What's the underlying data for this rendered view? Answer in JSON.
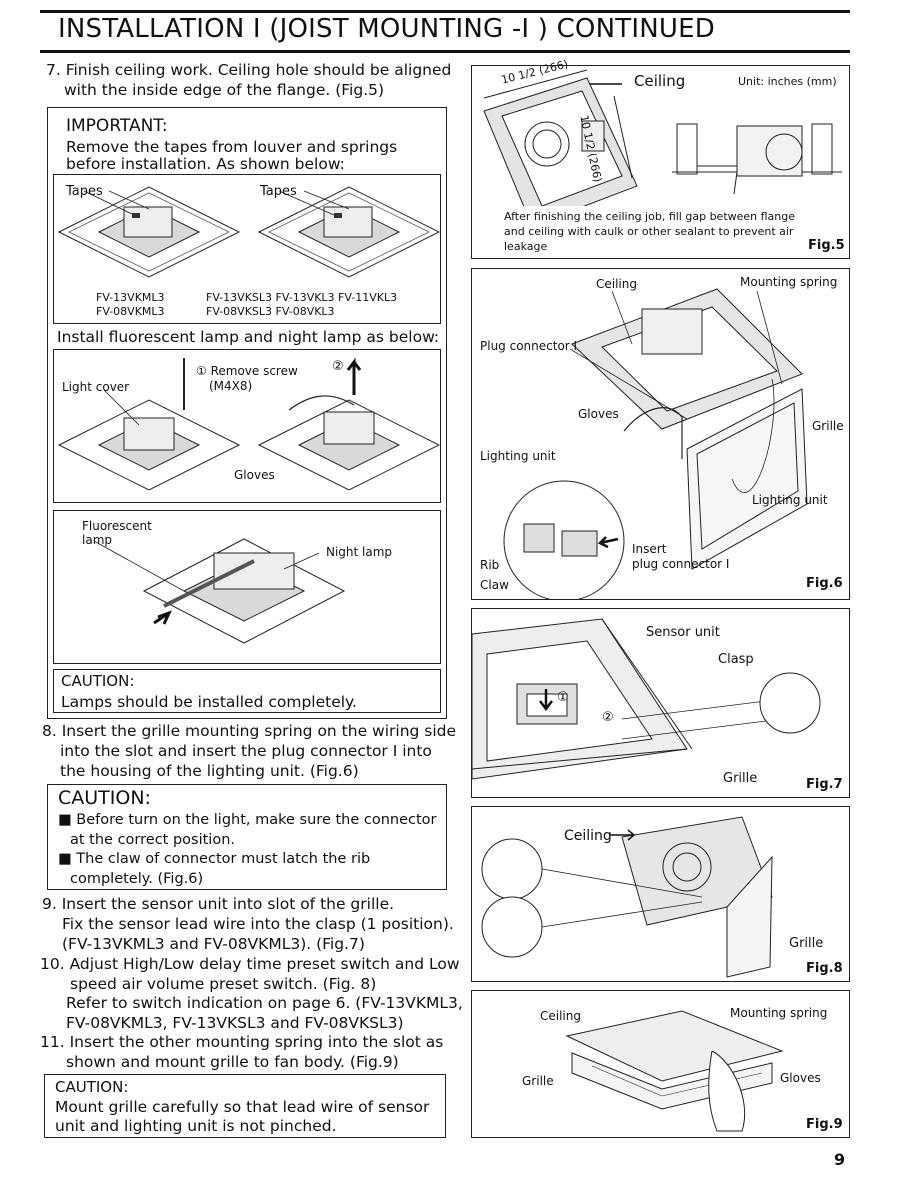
{
  "header": {
    "title": "INSTALLATION I  (JOIST MOUNTING -I ) CONTINUED"
  },
  "steps": {
    "s7": [
      "7. Finish ceiling work. Ceiling hole should be aligned",
      "with the inside edge of the flange. (Fig.5)"
    ],
    "s8": [
      "8. Insert the grille mounting spring on the wiring side",
      "into the slot and insert the plug connector I into",
      "the housing of the lighting unit. (Fig.6)"
    ],
    "s9": [
      "9. Insert the sensor unit into slot of the grille.",
      "Fix the sensor lead wire into the clasp (1 position).",
      "(FV-13VKML3 and FV-08VKML3). (Fig.7)"
    ],
    "s10": [
      "10. Adjust High/Low delay time preset switch and Low",
      "speed air volume preset switch. (Fig. 8)",
      "Refer to switch indication on page 6. (FV-13VKML3,",
      "FV-08VKML3, FV-13VKSL3 and FV-08VKSL3)"
    ],
    "s11": [
      "11. Insert the other mounting spring into the slot as",
      "shown and mount grille to fan body. (Fig.9)"
    ]
  },
  "important": {
    "title": "IMPORTANT:",
    "text": [
      "Remove the tapes from louver and springs",
      "before installation. As shown below:"
    ],
    "tapes_left": "Tapes",
    "tapes_right": "Tapes",
    "models_left": [
      "FV-13VKML3",
      "FV-08VKML3"
    ],
    "models_right": [
      "FV-13VKSL3 FV-13VKL3 FV-11VKL3",
      "FV-08VKSL3 FV-08VKL3"
    ],
    "lamp_heading": "Install fluorescent lamp and night lamp as below:",
    "light_cover": "Light cover",
    "remove_screw": "① Remove screw",
    "screw_size": "(M4X8)",
    "step2": "②",
    "gloves": "Gloves",
    "fluorescent": [
      "Fluorescent",
      "lamp"
    ],
    "night_lamp": "Night lamp",
    "caution_title": "CAUTION:",
    "caution_text": "Lamps should be installed completely."
  },
  "caution2": {
    "title": "CAUTION:",
    "bullets": [
      "■ Before turn on the light, make sure the connector",
      "at the correct position.",
      "■ The claw of connector must latch the rib",
      "completely. (Fig.6)"
    ]
  },
  "caution3": {
    "title": "CAUTION:",
    "text": [
      "Mount grille carefully so that lead wire of sensor",
      "unit and lighting unit is not pinched."
    ]
  },
  "fig5": {
    "dim1": "10 1/2 (266)",
    "dim2": "10 1/2 (266)",
    "ceiling": "Ceiling",
    "unit": "Unit: inches (mm)",
    "caption": [
      "After finishing the ceiling job, fill gap between flange",
      "and ceiling with caulk or other sealant to prevent air",
      "leakage"
    ],
    "label": "Fig.5"
  },
  "fig6": {
    "ceiling": "Ceiling",
    "mounting_spring": "Mounting spring",
    "plug_connector": "Plug connector I",
    "gloves": "Gloves",
    "grille": "Grille",
    "lighting_unit_left": "Lighting unit",
    "lighting_unit_right": "Lighting unit",
    "insert": [
      "Insert",
      "plug connector I"
    ],
    "rib": "Rib",
    "claw": "Claw",
    "label": "Fig.6"
  },
  "fig7": {
    "sensor_unit": "Sensor unit",
    "clasp": "Clasp",
    "one": "①",
    "two": "②",
    "grille": "Grille",
    "label": "Fig.7"
  },
  "fig8": {
    "ceiling": "Ceiling",
    "grille": "Grille",
    "label": "Fig.8"
  },
  "fig9": {
    "ceiling": "Ceiling",
    "mounting_spring": "Mounting spring",
    "grille": "Grille",
    "gloves": "Gloves",
    "label": "Fig.9"
  },
  "page_number": "9"
}
